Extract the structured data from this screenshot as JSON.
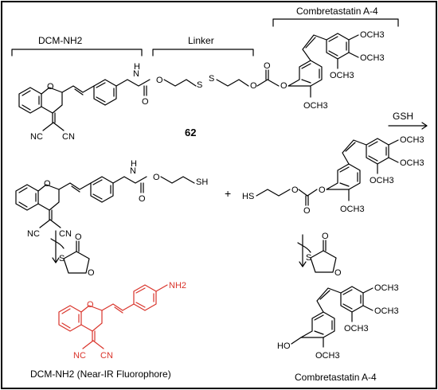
{
  "labels": {
    "dcm_group": "DCM-NH2",
    "linker": "Linker",
    "drug_group": "Combretastatin A-4",
    "compound": "62",
    "reagent": "GSH",
    "fluorophore": "DCM-NH2 (Near-IR Fluorophore)",
    "drug_product": "Combretastatin A-4",
    "plus": "+"
  },
  "atoms": {
    "O": "O",
    "N": "N",
    "H": "H",
    "S": "S",
    "NC": "NC",
    "CN": "CN",
    "SH": "SH",
    "HS": "HS",
    "HO": "HO",
    "OCH3": "OCH3",
    "NH2": "NH2"
  },
  "colors": {
    "highlight": "#d9342b",
    "ink": "#000000",
    "frame": "#000000"
  }
}
